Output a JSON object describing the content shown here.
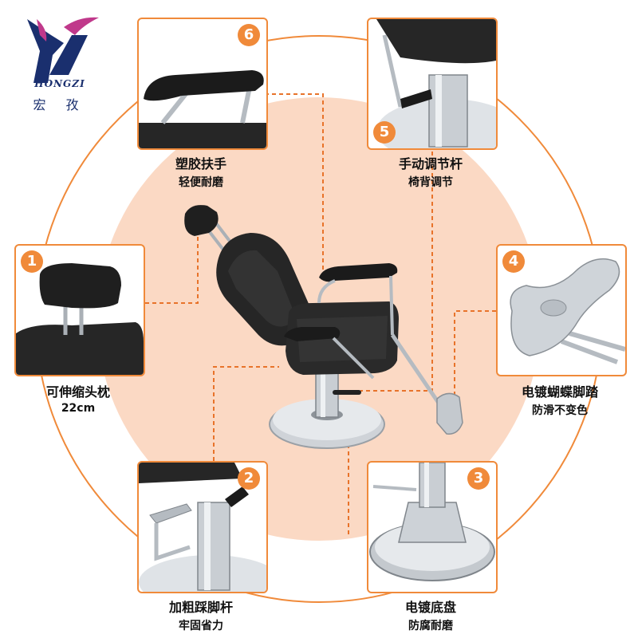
{
  "brand": {
    "name_en": "HONGZI",
    "name_cn": "宏 孜"
  },
  "colors": {
    "accent": "#f08a3a",
    "circle_fill": "#fbd9c4",
    "dashed": "#e8732a"
  },
  "features": [
    {
      "number": "1",
      "title": "可伸缩头枕",
      "subtitle": "22cm",
      "icon": "headrest"
    },
    {
      "number": "2",
      "title": "加粗踩脚杆",
      "subtitle": "牢固省力",
      "icon": "foot-pedal-lever"
    },
    {
      "number": "3",
      "title": "电镀底盘",
      "subtitle": "防腐耐磨",
      "icon": "chrome-base"
    },
    {
      "number": "4",
      "title": "电镀蝴蝶脚踏",
      "subtitle": "防滑不变色",
      "icon": "butterfly-footrest"
    },
    {
      "number": "5",
      "title": "手动调节杆",
      "subtitle": "椅背调节",
      "icon": "backrest-lever"
    },
    {
      "number": "6",
      "title": "塑胶扶手",
      "subtitle": "轻便耐磨",
      "icon": "armrest"
    }
  ]
}
